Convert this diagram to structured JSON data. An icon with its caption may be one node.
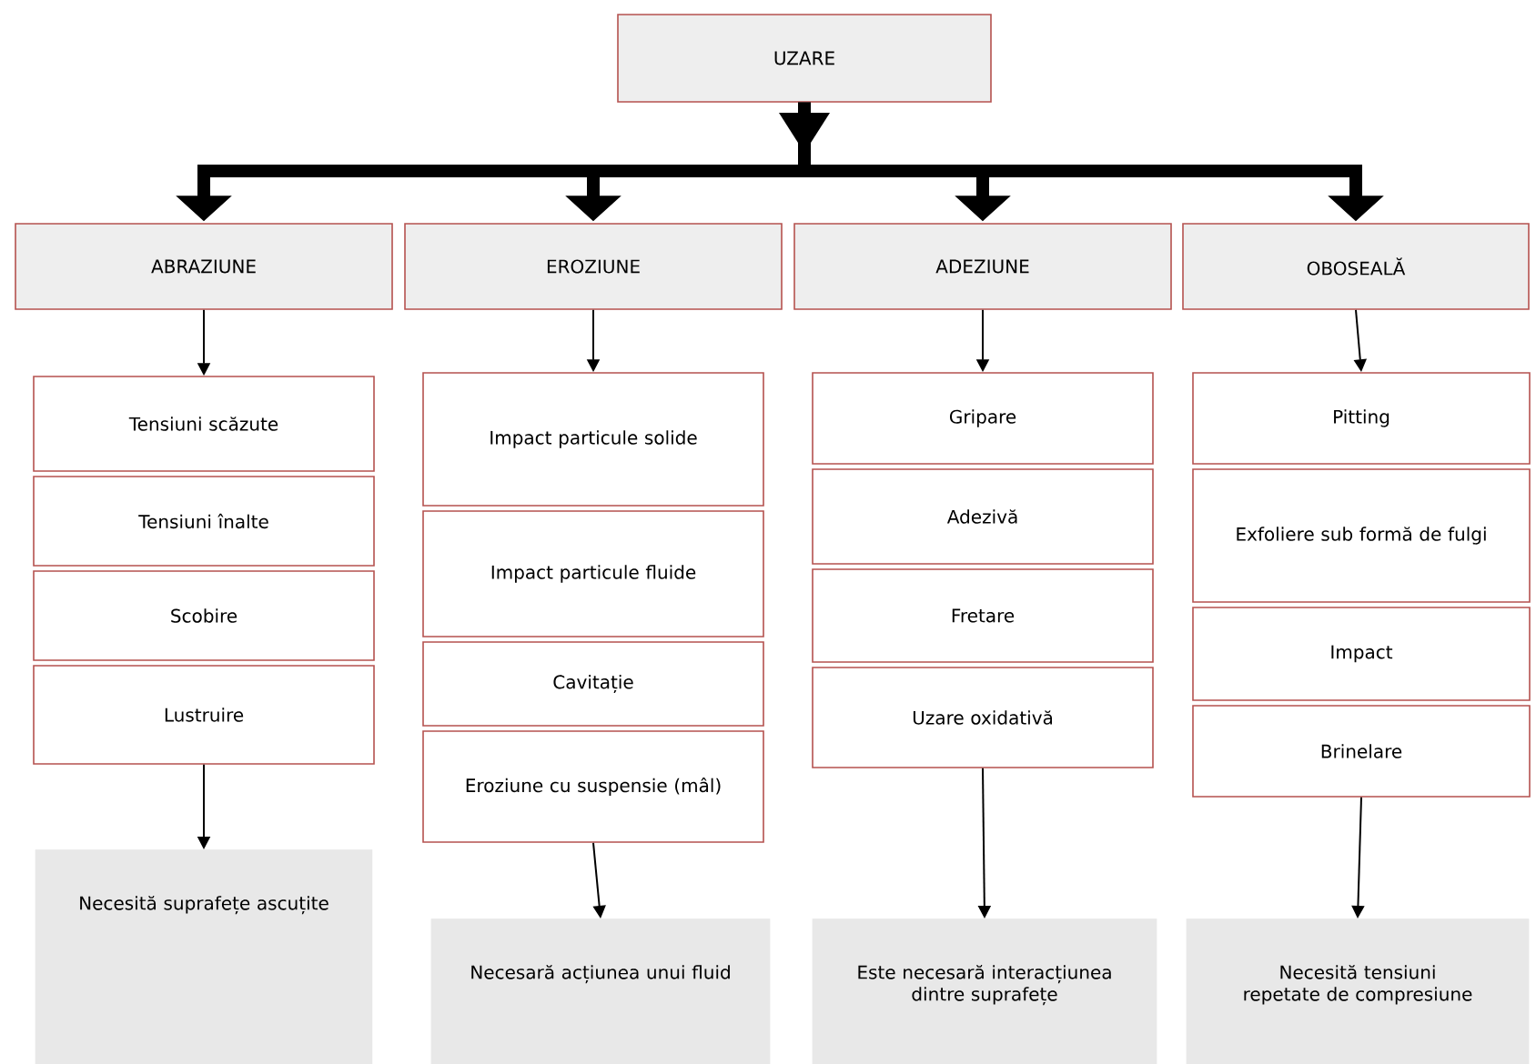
{
  "diagram": {
    "nodes": [
      {
        "text": [
          "UZARE"
        ]
      },
      {
        "text": [
          "ABRAZIUNE"
        ]
      },
      {
        "text": [
          "EROZIUNE"
        ]
      },
      {
        "text": [
          "ADEZIUNE"
        ]
      },
      {
        "text": [
          "OBOSEALĂ"
        ]
      },
      {
        "text": [
          "Tensiuni scăzute"
        ]
      },
      {
        "text": [
          "Tensiuni înalte"
        ]
      },
      {
        "text": [
          "Scobire"
        ]
      },
      {
        "text": [
          "Lustruire"
        ]
      },
      {
        "text": [
          "Necesită suprafețe ascuțite"
        ]
      },
      {
        "text": [
          "Impact particule solide"
        ]
      },
      {
        "text": [
          "Impact particule fluide"
        ]
      },
      {
        "text": [
          "Cavitație"
        ]
      },
      {
        "text": [
          "Eroziune cu suspensie (mâl)"
        ]
      },
      {
        "text": [
          "Necesară acțiunea unui fluid"
        ]
      },
      {
        "text": [
          "Gripare"
        ]
      },
      {
        "text": [
          "Adezivă"
        ]
      },
      {
        "text": [
          "Fretare"
        ]
      },
      {
        "text": [
          "Uzare oxidativă"
        ]
      },
      {
        "text": [
          "Este necesară interacțiunea dintre suprafețe"
        ]
      },
      {
        "text": [
          "Pitting"
        ]
      },
      {
        "text": [
          "Exfoliere sub formă de fulgi"
        ]
      },
      {
        "text": [
          "Impact"
        ]
      },
      {
        "text": [
          "Brinelare"
        ]
      },
      {
        "text": [
          "Necesită tensiuni repetate de compresiune"
        ]
      }
    ],
    "edges": [
      {
        "from": 0,
        "to": 1,
        "arrow": "to",
        "style": "thick"
      },
      {
        "from": 0,
        "to": 2,
        "arrow": "to",
        "style": "thick"
      },
      {
        "from": 0,
        "to": 3,
        "arrow": "to",
        "style": "thick"
      },
      {
        "from": 0,
        "to": 4,
        "arrow": "to",
        "style": "thick"
      },
      {
        "from": 1,
        "to": 5,
        "arrow": "to"
      },
      {
        "from": 8,
        "to": 9,
        "arrow": "to"
      },
      {
        "from": 2,
        "to": 10,
        "arrow": "to"
      },
      {
        "from": 13,
        "to": 14,
        "arrow": "to"
      },
      {
        "from": 3,
        "to": 15,
        "arrow": "to"
      },
      {
        "from": 18,
        "to": 19,
        "arrow": "to"
      },
      {
        "from": 4,
        "to": 20,
        "arrow": "to"
      },
      {
        "from": 23,
        "to": 24,
        "arrow": "to"
      }
    ]
  }
}
